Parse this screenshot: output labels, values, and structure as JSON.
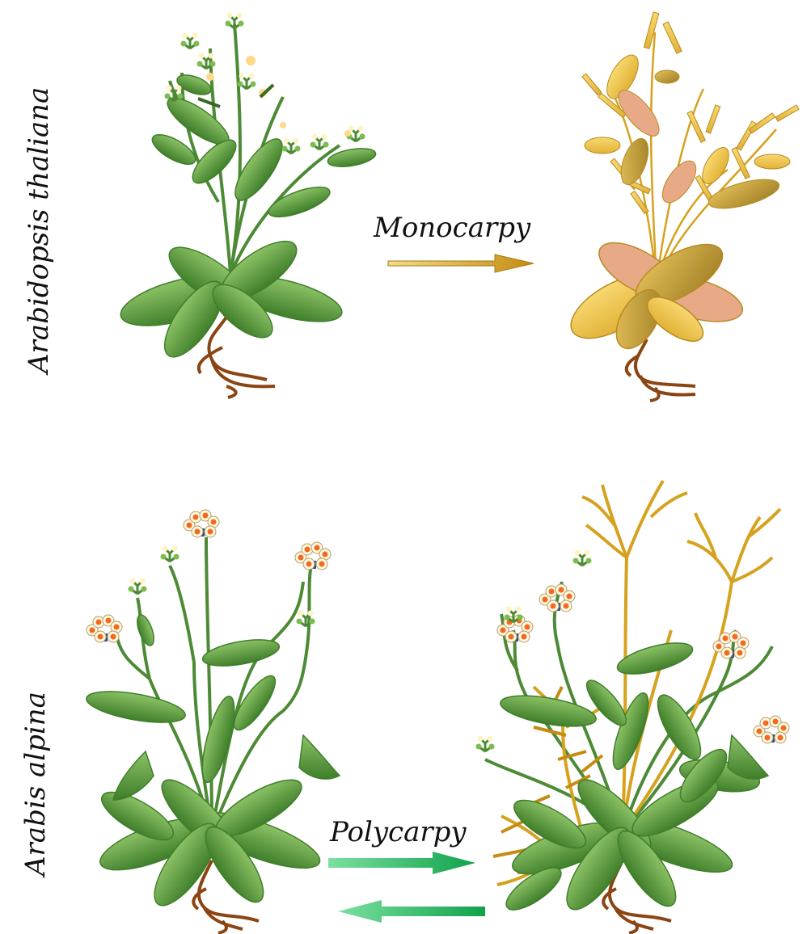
{
  "labels": {
    "species_top": "Arabidopsis thaliana",
    "species_bottom": "Arabis alpina",
    "process_top": "Monocarpy",
    "process_bottom": "Polycarpy"
  },
  "colors": {
    "leaf_green": "#5f9e3a",
    "leaf_light": "#8cc266",
    "stem_green": "#4d8a35",
    "senescent_yellow": "#f0c84a",
    "senescent_olive": "#c9a13a",
    "senescent_pink": "#e8a987",
    "root_brown": "#8b4513",
    "arrow_gold": "#d6a21e",
    "arrow_green": "#1fb35a",
    "flower_orange": "#f26a1b",
    "flower_blue": "#2a4d8f"
  }
}
